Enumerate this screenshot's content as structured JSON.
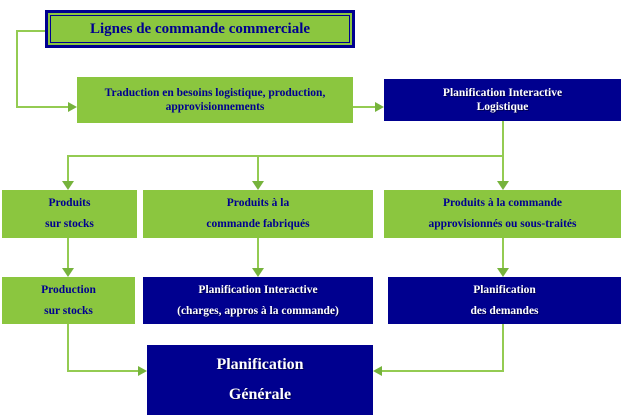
{
  "diagram": {
    "title": "Lignes de commande commerciale",
    "language": "fr",
    "colors": {
      "box_green": "#8BC63F",
      "box_navy": "#00008F",
      "text_navy": "#000090",
      "text_white": "#FFFFFF",
      "connector_green": "#94CB52",
      "arrowhead_green": "#76B33C"
    },
    "nodes": {
      "lignes_commande": {
        "label": "Lignes de commande commerciale"
      },
      "traduction": {
        "line1": "Traduction en besoins logistique, production,",
        "line2": "approvisionnements"
      },
      "planification_logistique": {
        "line1": "Planification Interactive",
        "line2": "Logistique"
      },
      "produits_stocks": {
        "line1": "Produits",
        "line2": "sur stocks"
      },
      "produits_fabriques": {
        "line1": "Produits à  la",
        "line2": "commande fabriqués"
      },
      "produits_approvisionnes": {
        "line1": "Produits à la commande",
        "line2": "approvisionnés ou sous-traités"
      },
      "production_stocks": {
        "line1": "Production",
        "line2": "sur stocks"
      },
      "planification_interactive": {
        "line1": "Planification Interactive",
        "line2": "(charges, appros à la commande)"
      },
      "planification_demandes": {
        "line1": "Planification",
        "line2": "des demandes"
      },
      "planification_generale": {
        "line1": "Planification",
        "line2": "Générale"
      }
    },
    "edges": [
      "lignes_commande -> traduction",
      "traduction -> planification_logistique",
      "planification_logistique -> produits_stocks",
      "planification_logistique -> produits_fabriques",
      "planification_logistique -> produits_approvisionnes",
      "produits_stocks -> production_stocks",
      "produits_fabriques -> planification_interactive",
      "produits_approvisionnes -> planification_demandes",
      "production_stocks -> planification_generale",
      "planification_demandes -> planification_generale"
    ]
  }
}
